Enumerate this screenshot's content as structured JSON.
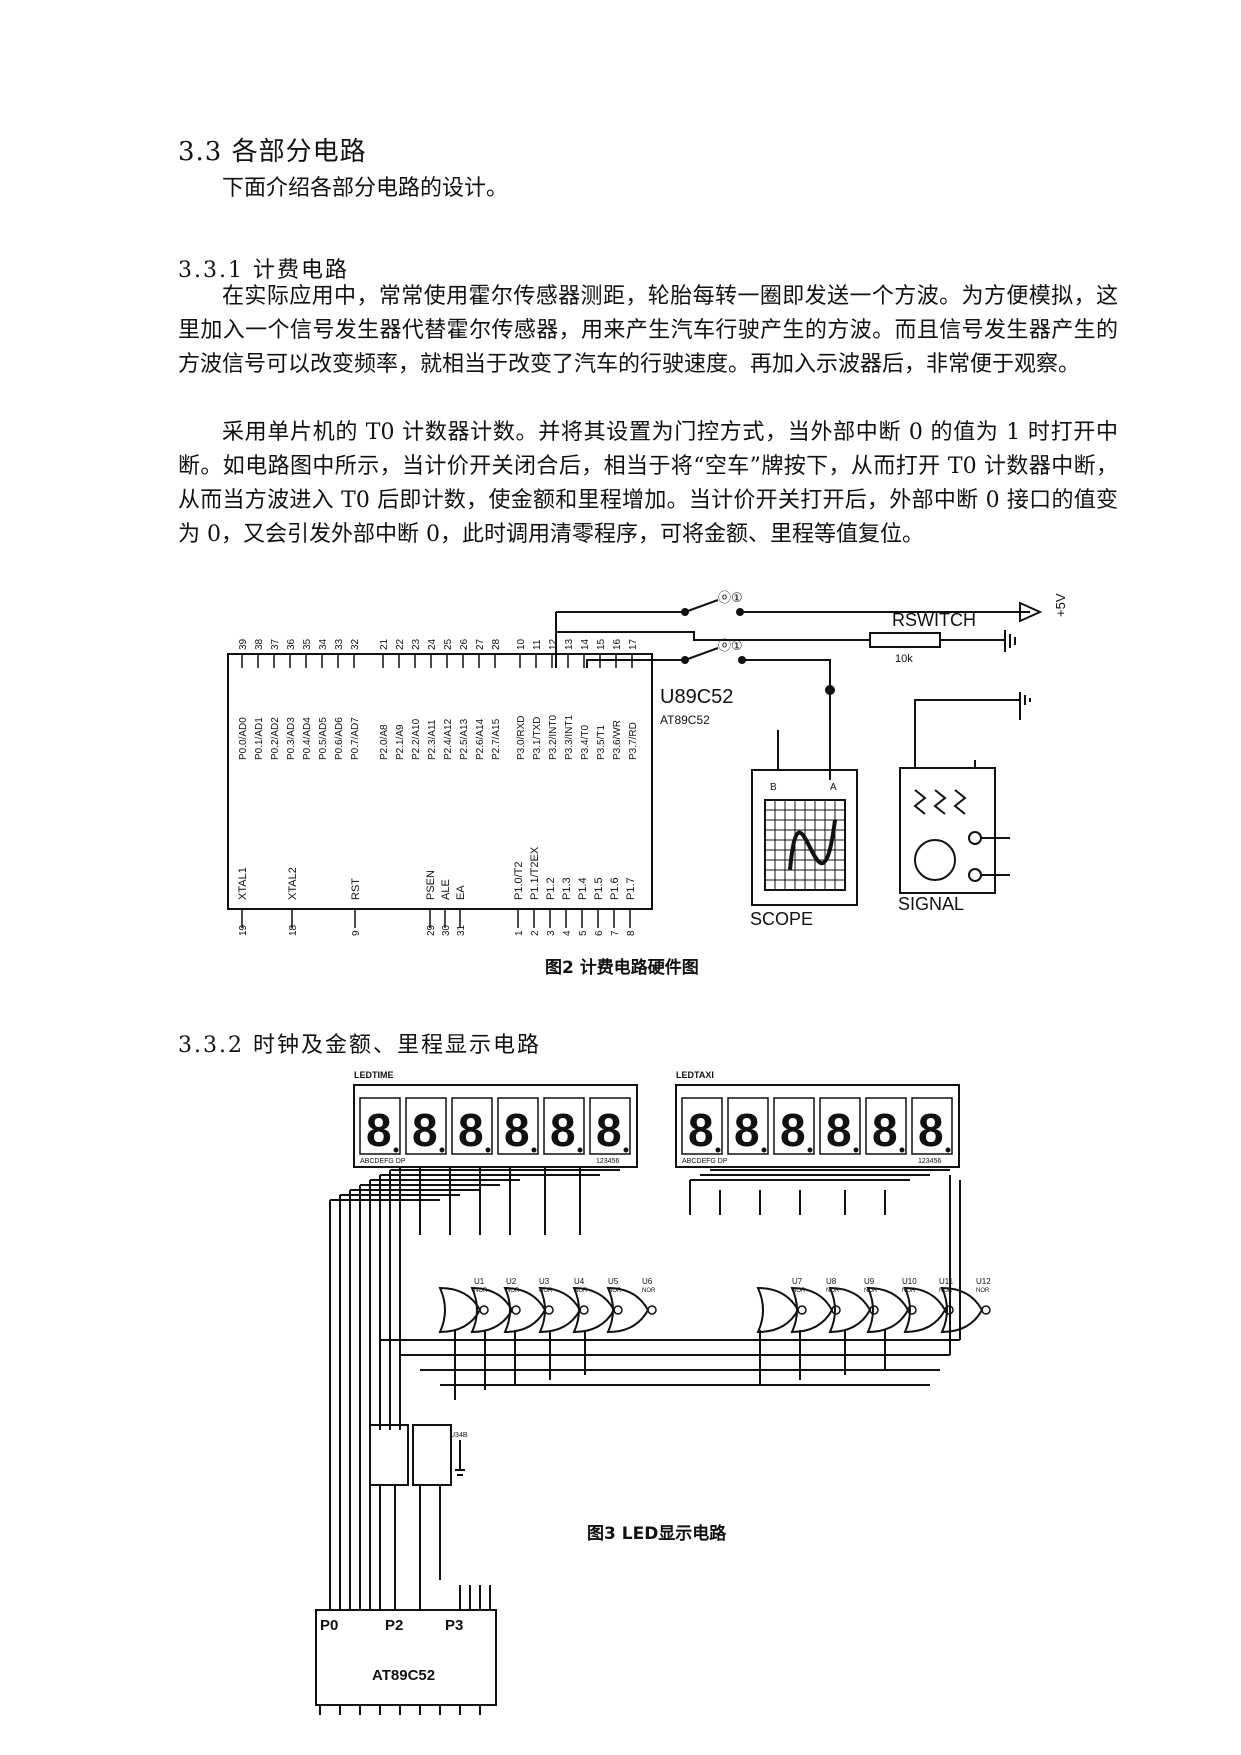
{
  "section": {
    "heading": "3.3 各部分电路",
    "intro": "下面介绍各部分电路的设计。"
  },
  "sub1": {
    "heading": "3.3.1 计费电路",
    "p1": "在实际应用中，常常使用霍尔传感器测距，轮胎每转一圈即发送一个方波。为方便模拟，这里加入一个信号发生器代替霍尔传感器，用来产生汽车行驶产生的方波。而且信号发生器产生的方波信号可以改变频率，就相当于改变了汽车的行驶速度。再加入示波器后，非常便于观察。",
    "p2": "采用单片机的 T0 计数器计数。并将其设置为门控方式，当外部中断 0 的值为 1 时打开中断。如电路图中所示，当计价开关闭合后，相当于将“空车”牌按下，从而打开 T0 计数器中断，从而当方波进入 T0 后即计数，使金额和里程增加。当计价开关打开后，外部中断 0 接口的值变为 0，又会引发外部中断 0，此时调用清零程序，可将金额、里程等值复位。"
  },
  "fig2": {
    "caption": "图2 计费电路硬件图",
    "chip_name": "U89C52",
    "chip_model": "AT89C52",
    "supply_label": "+5V",
    "resistor_name": "RSWITCH",
    "resistor_value": "10k",
    "scope_label": "SCOPE",
    "signal_label": "SIGNAL",
    "scope_a": "A",
    "scope_b": "B",
    "top_pins": [
      {
        "num": "39",
        "name": "P0.0/AD0"
      },
      {
        "num": "38",
        "name": "P0.1/AD1"
      },
      {
        "num": "37",
        "name": "P0.2/AD2"
      },
      {
        "num": "36",
        "name": "P0.3/AD3"
      },
      {
        "num": "35",
        "name": "P0.4/AD4"
      },
      {
        "num": "34",
        "name": "P0.5/AD5"
      },
      {
        "num": "33",
        "name": "P0.6/AD6"
      },
      {
        "num": "32",
        "name": "P0.7/AD7"
      },
      {
        "num": "21",
        "name": "P2.0/A8"
      },
      {
        "num": "22",
        "name": "P2.1/A9"
      },
      {
        "num": "23",
        "name": "P2.2/A10"
      },
      {
        "num": "24",
        "name": "P2.3/A11"
      },
      {
        "num": "25",
        "name": "P2.4/A12"
      },
      {
        "num": "26",
        "name": "P2.5/A13"
      },
      {
        "num": "27",
        "name": "P2.6/A14"
      },
      {
        "num": "28",
        "name": "P2.7/A15"
      },
      {
        "num": "10",
        "name": "P3.0/RXD"
      },
      {
        "num": "11",
        "name": "P3.1/TXD"
      },
      {
        "num": "12",
        "name": "P3.2/INT0"
      },
      {
        "num": "13",
        "name": "P3.3/INT1"
      },
      {
        "num": "14",
        "name": "P3.4/T0"
      },
      {
        "num": "15",
        "name": "P3.5/T1"
      },
      {
        "num": "16",
        "name": "P3.6/WR"
      },
      {
        "num": "17",
        "name": "P3.7/RD"
      }
    ],
    "bottom_pins": [
      {
        "num": "19",
        "name": "XTAL1"
      },
      {
        "num": "18",
        "name": "XTAL2"
      },
      {
        "num": "9",
        "name": "RST"
      },
      {
        "num": "29",
        "name": "PSEN"
      },
      {
        "num": "30",
        "name": "ALE"
      },
      {
        "num": "31",
        "name": "EA"
      },
      {
        "num": "1",
        "name": "P1.0/T2"
      },
      {
        "num": "2",
        "name": "P1.1/T2EX"
      },
      {
        "num": "3",
        "name": "P1.2"
      },
      {
        "num": "4",
        "name": "P1.3"
      },
      {
        "num": "5",
        "name": "P1.4"
      },
      {
        "num": "6",
        "name": "P1.5"
      },
      {
        "num": "7",
        "name": "P1.6"
      },
      {
        "num": "8",
        "name": "P1.7"
      }
    ]
  },
  "sub2": {
    "heading": "3.3.2 时钟及金额、里程显示电路"
  },
  "fig3": {
    "caption": "图3 LED显示电路",
    "led_left": "LEDTIME",
    "led_right": "LEDTAXI",
    "seg_label": "ABCDEFG DP",
    "digit_label": "123456",
    "digit_text": "8.8.8.8.8.8.",
    "chip_name": "AT89C52",
    "ports": [
      "P0",
      "P2",
      "P3"
    ],
    "gate_left": [
      "U1",
      "U2",
      "U3",
      "U4",
      "U5",
      "U6"
    ],
    "gate_right": [
      "U7",
      "U8",
      "U9",
      "U10",
      "U11",
      "U12"
    ],
    "gate_type": "NOR",
    "decoder": "U34B"
  }
}
